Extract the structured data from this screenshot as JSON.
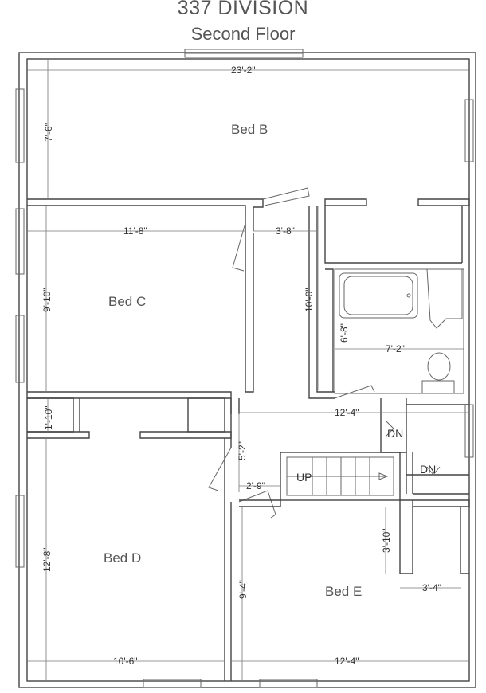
{
  "header": {
    "title": "337 DIVISION",
    "subtitle": "Second Floor"
  },
  "rooms": {
    "bed_b": "Bed B",
    "bed_c": "Bed C",
    "bed_d": "Bed D",
    "bed_e": "Bed E"
  },
  "stairs": {
    "up": "UP",
    "down_1": "DN",
    "down_2": "DN"
  },
  "dimensions": {
    "bed_b_width": "23'-2\"",
    "bed_b_depth": "7'-6\"",
    "bed_c_width": "11'-8\"",
    "bed_c_depth": "9'-10\"",
    "hall_width": "3'-8\"",
    "hall_length": "10'-0\"",
    "bath_depth": "6'-8\"",
    "bath_width": "7'-2\"",
    "closet_depth": "1'-10\"",
    "landing_width": "12'-4\"",
    "landing_depth": "5'-2\"",
    "stair_gap": "2'-9\"",
    "bed_d_depth": "12'-8\"",
    "bed_d_width": "10'-6\"",
    "closet_e_depth": "3'-10\"",
    "closet_e_width": "3'-4\"",
    "bed_e_depth": "9'-4\"",
    "bed_e_width": "12'-4\""
  }
}
